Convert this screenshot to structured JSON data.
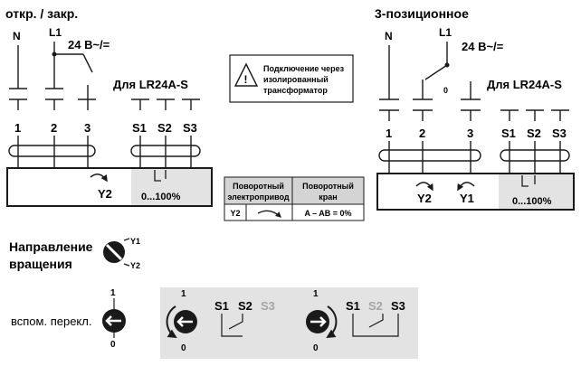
{
  "left_diagram": {
    "title": "откр. / закр.",
    "label_n": "N",
    "label_l1": "L1",
    "voltage": "24 В~/=",
    "device": "Для LR24A-S",
    "terminals": [
      "1",
      "2",
      "3"
    ],
    "aux_terminals": [
      "S1",
      "S2",
      "S3"
    ],
    "out_label": "Y2",
    "range": "0...100%"
  },
  "right_diagram": {
    "title": "3-позиционное",
    "label_n": "N",
    "label_l1": "L1",
    "voltage": "24 В~/=",
    "device": "Для LR24A-S",
    "terminals": [
      "1",
      "2",
      "3"
    ],
    "aux_terminals": [
      "S1",
      "S2",
      "S3"
    ],
    "switch_zero": "0",
    "out_label_1": "Y2",
    "out_label_2": "Y1",
    "range": "0...100%"
  },
  "warning": {
    "line1": "Подключение через",
    "line2": "изолированный",
    "line3": "трансформатор"
  },
  "table": {
    "header_1_line1": "Поворотный",
    "header_1_line2": "электропривод",
    "header_2_line1": "Поворотный",
    "header_2_line2": "кран",
    "row_label": "Y2",
    "row_value": "A – AB = 0%"
  },
  "rotation": {
    "label_line1": "Направление",
    "label_line2": "вращения",
    "y1": "Y1",
    "y2": "Y2"
  },
  "aux_switch": {
    "label": "вспом. перекл.",
    "top": "1",
    "bottom": "0",
    "panel_a": {
      "top": "1",
      "bottom": "0",
      "s1": "S1",
      "s2": "S2",
      "s3": "S3"
    },
    "panel_b": {
      "top": "1",
      "bottom": "0",
      "s1": "S1",
      "s2": "S2",
      "s3": "S3"
    }
  },
  "colors": {
    "ink": "#1a1a1a",
    "panel": "#e3e3e3",
    "muted": "#a5a5a5",
    "table_head": "#d4d4d4"
  }
}
